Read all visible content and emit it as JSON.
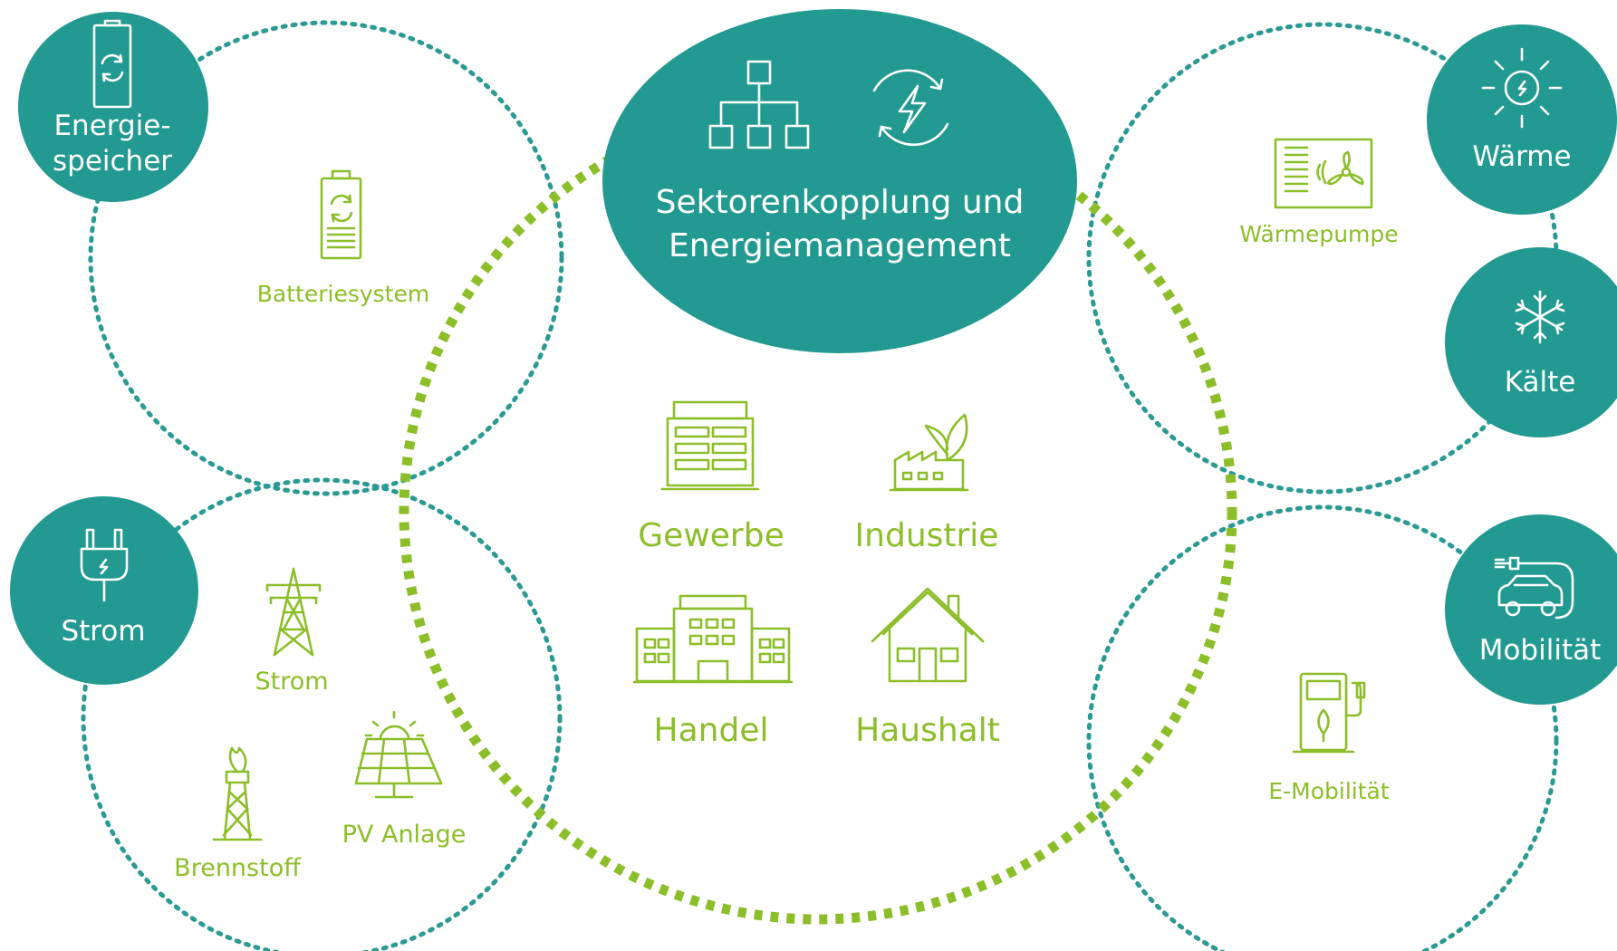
{
  "colors": {
    "teal": "#229991",
    "teal_ring": "#2a9a93",
    "green": "#8cbe2a",
    "white": "#ffffff"
  },
  "center": {
    "title_line1": "Sektorenkopplung und",
    "title_line2": "Energiemanagement",
    "icons": [
      "org-chart-icon",
      "energy-cycle-icon"
    ]
  },
  "consumers": [
    {
      "label": "Gewerbe",
      "icon": "office-building-icon"
    },
    {
      "label": "Industrie",
      "icon": "green-factory-icon"
    },
    {
      "label": "Handel",
      "icon": "commercial-building-icon"
    },
    {
      "label": "Haushalt",
      "icon": "house-icon"
    }
  ],
  "sectors": {
    "energiespeicher": {
      "label_line1": "Energie-",
      "label_line2": "speicher",
      "icon": "battery-cycle-icon",
      "items": [
        {
          "label": "Batteriesystem",
          "icon": "battery-system-icon"
        }
      ]
    },
    "strom": {
      "label": "Strom",
      "icon": "power-plug-icon",
      "items": [
        {
          "label": "Strom",
          "icon": "power-pylon-icon"
        },
        {
          "label": "PV Anlage",
          "icon": "solar-panel-icon"
        },
        {
          "label": "Brennstoff",
          "icon": "gas-flare-icon"
        }
      ]
    },
    "waerme": {
      "label": "Wärme",
      "icon": "sun-icon",
      "items": [
        {
          "label": "Wärmepumpe",
          "icon": "heat-pump-icon"
        }
      ]
    },
    "kaelte": {
      "label": "Kälte",
      "icon": "snowflake-icon"
    },
    "mobilitaet": {
      "label": "Mobilität",
      "icon": "electric-car-icon",
      "items": [
        {
          "label": "E-Mobilität",
          "icon": "charging-station-icon"
        }
      ]
    }
  }
}
